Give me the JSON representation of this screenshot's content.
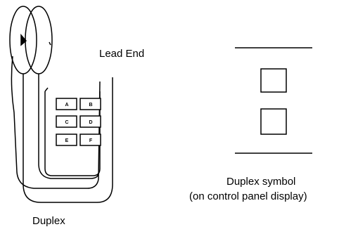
{
  "labels": {
    "lead_end": "Lead End",
    "duplex": "Duplex",
    "symbol_line1": "Duplex symbol",
    "symbol_line2": "(on control panel display)"
  },
  "tiles": [
    "A",
    "B",
    "C",
    "D",
    "E",
    "F"
  ],
  "colors": {
    "stroke": "#000000",
    "background": "#ffffff"
  }
}
